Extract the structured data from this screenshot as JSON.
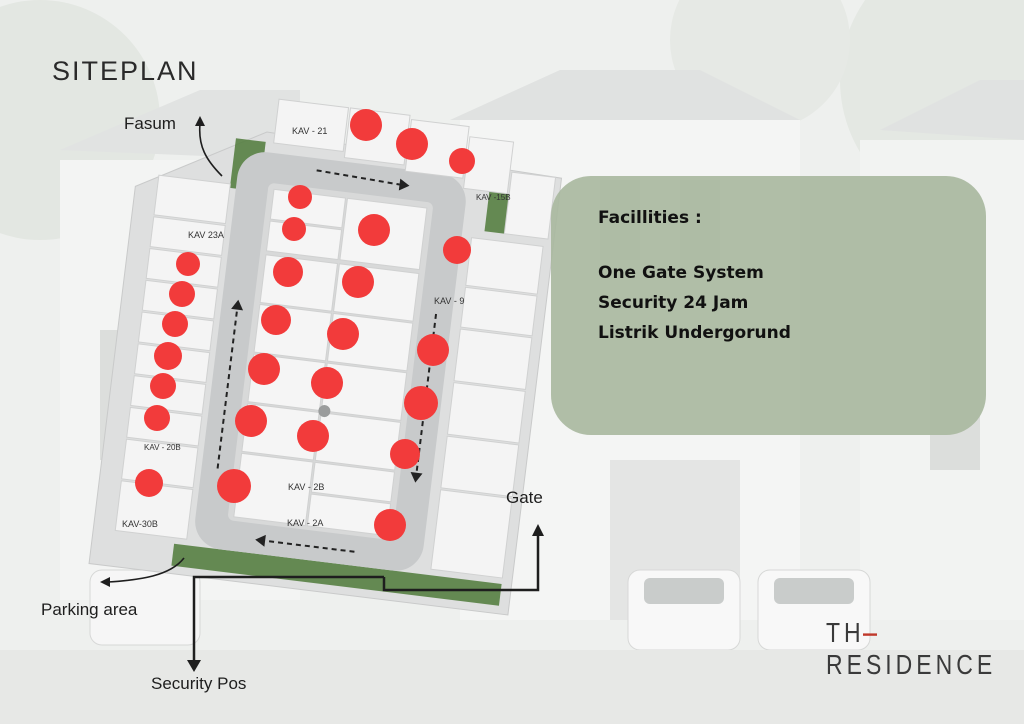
{
  "title": "SITEPLAN",
  "labels": {
    "fasum": "Fasum",
    "parking": "Parking  area",
    "security": "Security Pos",
    "gate": "Gate"
  },
  "plots": {
    "kav21": "KAV - 21",
    "kav15b": "KAV -15B",
    "kav23a": "KAV 23A",
    "kav9": "KAV - 9",
    "kav20b": "KAV - 20B",
    "kav30b": "KAV-30B",
    "kav2b": "KAV - 2B",
    "kav2a": "KAV - 2A"
  },
  "facilities": {
    "heading": "Facillities  :",
    "items": [
      "One Gate System",
      "Security 24 Jam",
      "Listrik Undergorund"
    ]
  },
  "brand": {
    "left": "TH",
    "right": "RESIDENCE"
  },
  "colors": {
    "marker": "#f23b3b",
    "panel": "#a9b89f",
    "road": "#c8cacb",
    "greenery": "#4f7a3a"
  }
}
